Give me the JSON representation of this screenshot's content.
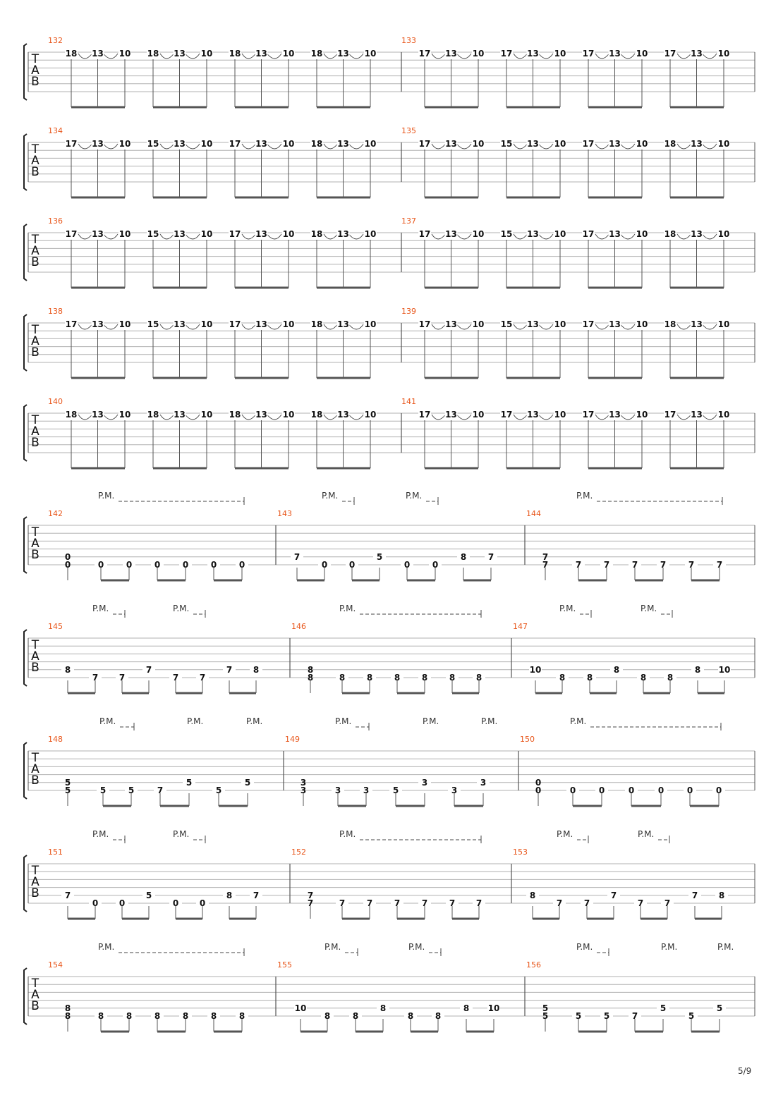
{
  "page": {
    "number": "5/9"
  },
  "tab_clef": [
    "T",
    "A",
    "B"
  ],
  "palm_mute_label": "P.M.",
  "sweep_systems": [
    {
      "measures": [
        {
          "number": "132",
          "groups": [
            [
              "18",
              "13",
              "10"
            ],
            [
              "18",
              "13",
              "10"
            ],
            [
              "18",
              "13",
              "10"
            ],
            [
              "18",
              "13",
              "10"
            ]
          ]
        },
        {
          "number": "133",
          "groups": [
            [
              "17",
              "13",
              "10"
            ],
            [
              "17",
              "13",
              "10"
            ],
            [
              "17",
              "13",
              "10"
            ],
            [
              "17",
              "13",
              "10"
            ]
          ]
        }
      ]
    },
    {
      "measures": [
        {
          "number": "134",
          "groups": [
            [
              "17",
              "13",
              "10"
            ],
            [
              "15",
              "13",
              "10"
            ],
            [
              "17",
              "13",
              "10"
            ],
            [
              "18",
              "13",
              "10"
            ]
          ]
        },
        {
          "number": "135",
          "groups": [
            [
              "17",
              "13",
              "10"
            ],
            [
              "15",
              "13",
              "10"
            ],
            [
              "17",
              "13",
              "10"
            ],
            [
              "18",
              "13",
              "10"
            ]
          ]
        }
      ]
    },
    {
      "measures": [
        {
          "number": "136",
          "groups": [
            [
              "17",
              "13",
              "10"
            ],
            [
              "15",
              "13",
              "10"
            ],
            [
              "17",
              "13",
              "10"
            ],
            [
              "18",
              "13",
              "10"
            ]
          ]
        },
        {
          "number": "137",
          "groups": [
            [
              "17",
              "13",
              "10"
            ],
            [
              "15",
              "13",
              "10"
            ],
            [
              "17",
              "13",
              "10"
            ],
            [
              "18",
              "13",
              "10"
            ]
          ]
        }
      ]
    },
    {
      "measures": [
        {
          "number": "138",
          "groups": [
            [
              "17",
              "13",
              "10"
            ],
            [
              "15",
              "13",
              "10"
            ],
            [
              "17",
              "13",
              "10"
            ],
            [
              "18",
              "13",
              "10"
            ]
          ]
        },
        {
          "number": "139",
          "groups": [
            [
              "17",
              "13",
              "10"
            ],
            [
              "15",
              "13",
              "10"
            ],
            [
              "17",
              "13",
              "10"
            ],
            [
              "18",
              "13",
              "10"
            ]
          ]
        }
      ]
    },
    {
      "measures": [
        {
          "number": "140",
          "groups": [
            [
              "18",
              "13",
              "10"
            ],
            [
              "18",
              "13",
              "10"
            ],
            [
              "18",
              "13",
              "10"
            ],
            [
              "18",
              "13",
              "10"
            ]
          ]
        },
        {
          "number": "141",
          "groups": [
            [
              "17",
              "13",
              "10"
            ],
            [
              "17",
              "13",
              "10"
            ],
            [
              "17",
              "13",
              "10"
            ],
            [
              "17",
              "13",
              "10"
            ]
          ]
        }
      ]
    }
  ],
  "riff_systems": [
    {
      "measures": [
        {
          "number": "142",
          "notes": [
            [
              "0",
              "0"
            ],
            [
              "0"
            ],
            [
              "0"
            ],
            [
              "0"
            ],
            [
              "0"
            ],
            [
              "0"
            ],
            [
              "0"
            ]
          ]
        },
        {
          "number": "143",
          "notes": [
            [
              "7"
            ],
            [
              "0"
            ],
            [
              "0"
            ],
            [
              "5"
            ],
            [
              "0"
            ],
            [
              "0"
            ],
            [
              "8"
            ],
            [
              "7"
            ]
          ]
        },
        {
          "number": "144",
          "notes": [
            [
              "7",
              "7"
            ],
            [
              "7"
            ],
            [
              "7"
            ],
            [
              "7"
            ],
            [
              "7"
            ],
            [
              "7"
            ],
            [
              "7"
            ]
          ]
        }
      ]
    },
    {
      "measures": [
        {
          "number": "145",
          "notes": [
            [
              "8"
            ],
            [
              "7"
            ],
            [
              "7"
            ],
            [
              "7"
            ],
            [
              "7"
            ],
            [
              "7"
            ],
            [
              "7"
            ],
            [
              "8"
            ]
          ]
        },
        {
          "number": "146",
          "notes": [
            [
              "8",
              "8"
            ],
            [
              "8"
            ],
            [
              "8"
            ],
            [
              "8"
            ],
            [
              "8"
            ],
            [
              "8"
            ],
            [
              "8"
            ]
          ]
        },
        {
          "number": "147",
          "notes": [
            [
              "10"
            ],
            [
              "8"
            ],
            [
              "8"
            ],
            [
              "8"
            ],
            [
              "8"
            ],
            [
              "8"
            ],
            [
              "8"
            ],
            [
              "10"
            ]
          ]
        }
      ]
    },
    {
      "measures": [
        {
          "number": "148",
          "notes": [
            [
              "5",
              "5"
            ],
            [
              "5"
            ],
            [
              "5"
            ],
            [
              "7"
            ],
            [
              "5"
            ],
            [
              "5"
            ],
            [
              "5"
            ]
          ]
        },
        {
          "number": "149",
          "notes": [
            [
              "3",
              "3"
            ],
            [
              "3"
            ],
            [
              "3"
            ],
            [
              "5"
            ],
            [
              "3"
            ],
            [
              "3"
            ],
            [
              "3"
            ]
          ]
        },
        {
          "number": "150",
          "notes": [
            [
              "0",
              "0"
            ],
            [
              "0"
            ],
            [
              "0"
            ],
            [
              "0"
            ],
            [
              "0"
            ],
            [
              "0"
            ],
            [
              "0"
            ]
          ]
        }
      ]
    },
    {
      "measures": [
        {
          "number": "151",
          "notes": [
            [
              "7"
            ],
            [
              "0"
            ],
            [
              "0"
            ],
            [
              "5"
            ],
            [
              "0"
            ],
            [
              "0"
            ],
            [
              "8"
            ],
            [
              "7"
            ]
          ]
        },
        {
          "number": "152",
          "notes": [
            [
              "7",
              "7"
            ],
            [
              "7"
            ],
            [
              "7"
            ],
            [
              "7"
            ],
            [
              "7"
            ],
            [
              "7"
            ],
            [
              "7"
            ]
          ]
        },
        {
          "number": "153",
          "notes": [
            [
              "8"
            ],
            [
              "7"
            ],
            [
              "7"
            ],
            [
              "7"
            ],
            [
              "7"
            ],
            [
              "7"
            ],
            [
              "7"
            ],
            [
              "8"
            ]
          ]
        }
      ]
    },
    {
      "measures": [
        {
          "number": "154",
          "notes": [
            [
              "8",
              "8"
            ],
            [
              "8"
            ],
            [
              "8"
            ],
            [
              "8"
            ],
            [
              "8"
            ],
            [
              "8"
            ],
            [
              "8"
            ]
          ]
        },
        {
          "number": "155",
          "notes": [
            [
              "10"
            ],
            [
              "8"
            ],
            [
              "8"
            ],
            [
              "8"
            ],
            [
              "8"
            ],
            [
              "8"
            ],
            [
              "8"
            ],
            [
              "10"
            ]
          ]
        },
        {
          "number": "156",
          "notes": [
            [
              "5",
              "5"
            ],
            [
              "5"
            ],
            [
              "5"
            ],
            [
              "7"
            ],
            [
              "5"
            ],
            [
              "5"
            ],
            [
              "5"
            ]
          ]
        }
      ]
    }
  ]
}
